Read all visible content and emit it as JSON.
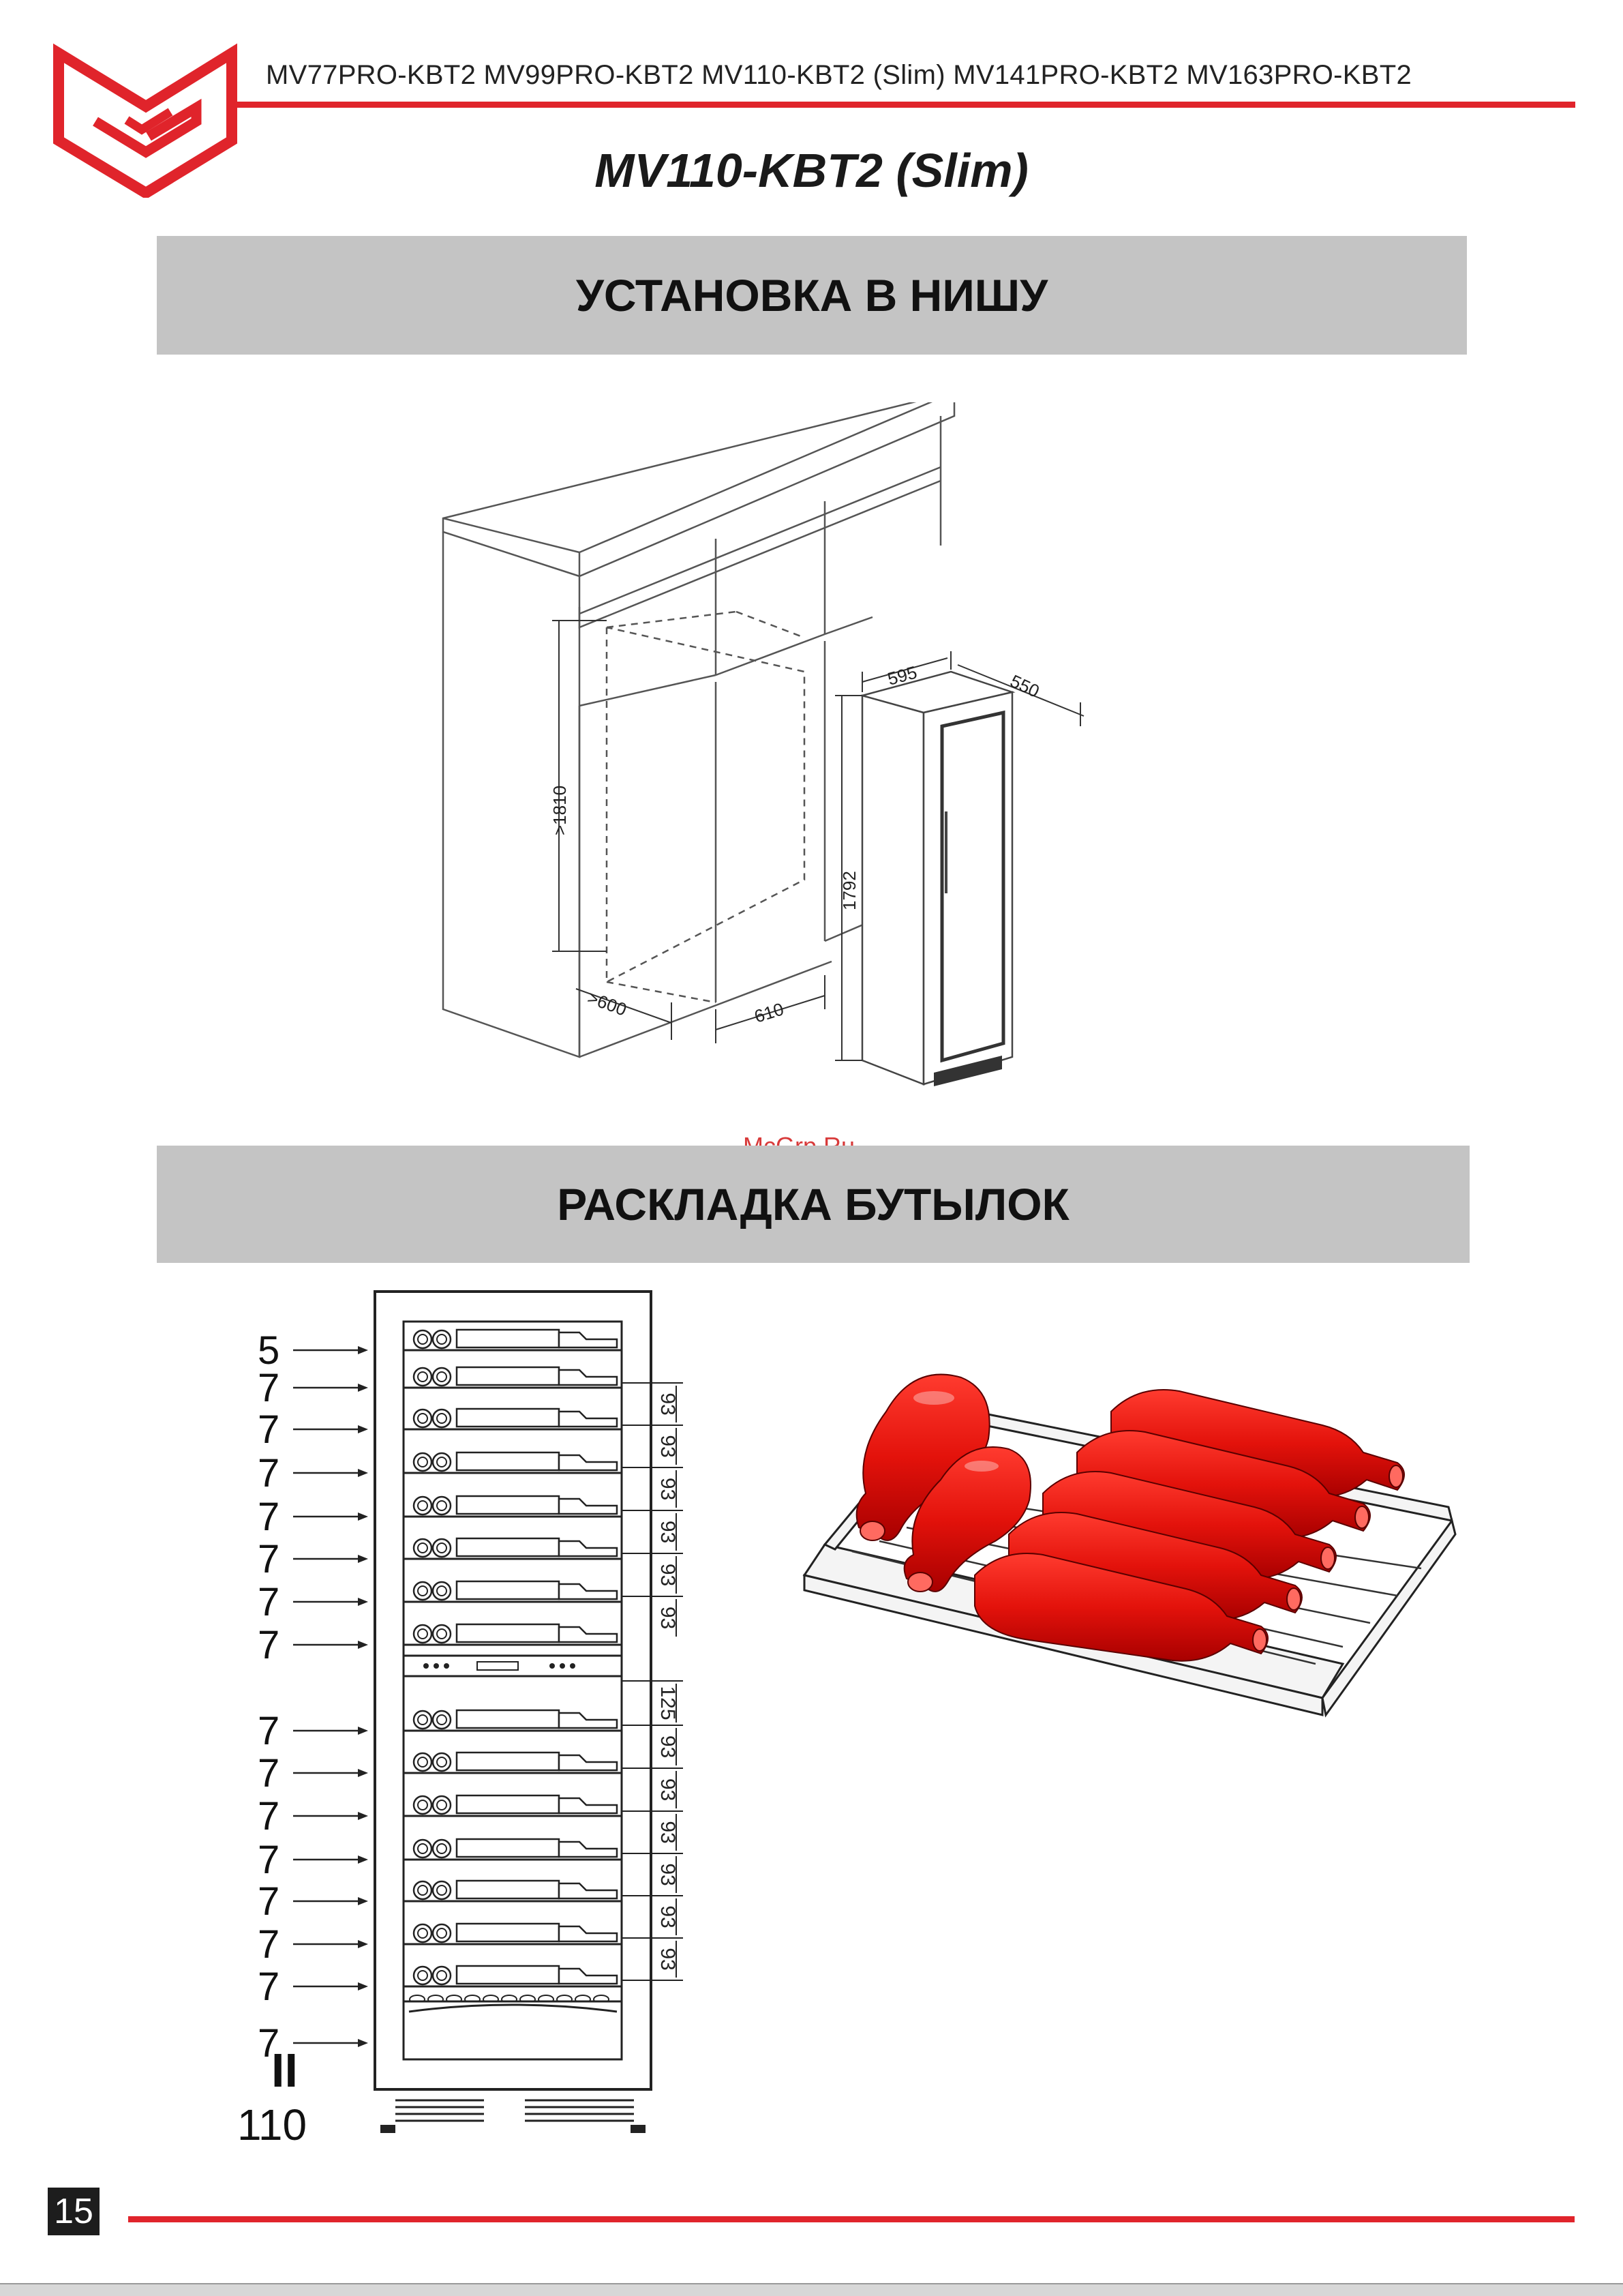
{
  "header": {
    "models_line": "MV77PRO-KBT2 MV99PRO-KBT2  MV110-KBT2 (Slim) MV141PRO-KBT2 MV163PRO-KBT2"
  },
  "model_title": "MV110-KBT2 (Slim)",
  "sections": {
    "installation_title": "УСТАНОВКА В НИШУ",
    "bottle_layout_title": "РАСКЛАДКА БУТЫЛОК"
  },
  "installation": {
    "niche_height": ">1810",
    "niche_depth": ">600",
    "niche_width": "610",
    "unit_height": "1792",
    "unit_width": "595",
    "unit_depth": "550"
  },
  "bottle_layout": {
    "shelf_counts": [
      "5",
      "7",
      "7",
      "7",
      "7",
      "7",
      "7",
      "7",
      "7",
      "7",
      "7",
      "7",
      "7",
      "7",
      "7",
      "7"
    ],
    "total_sign": "II",
    "total": "110",
    "spacings": [
      "93",
      "93",
      "93",
      "93",
      "93",
      "93",
      "125",
      "93",
      "93",
      "93",
      "93",
      "93",
      "93"
    ]
  },
  "watermark": "McGrp.Ru",
  "page_number": "15",
  "colors": {
    "accent_red": "#e0242b",
    "banner_gray": "#c4c4c4",
    "bottle_red": "#e3120b"
  },
  "icons": {
    "logo": "brand-logo-icon"
  }
}
